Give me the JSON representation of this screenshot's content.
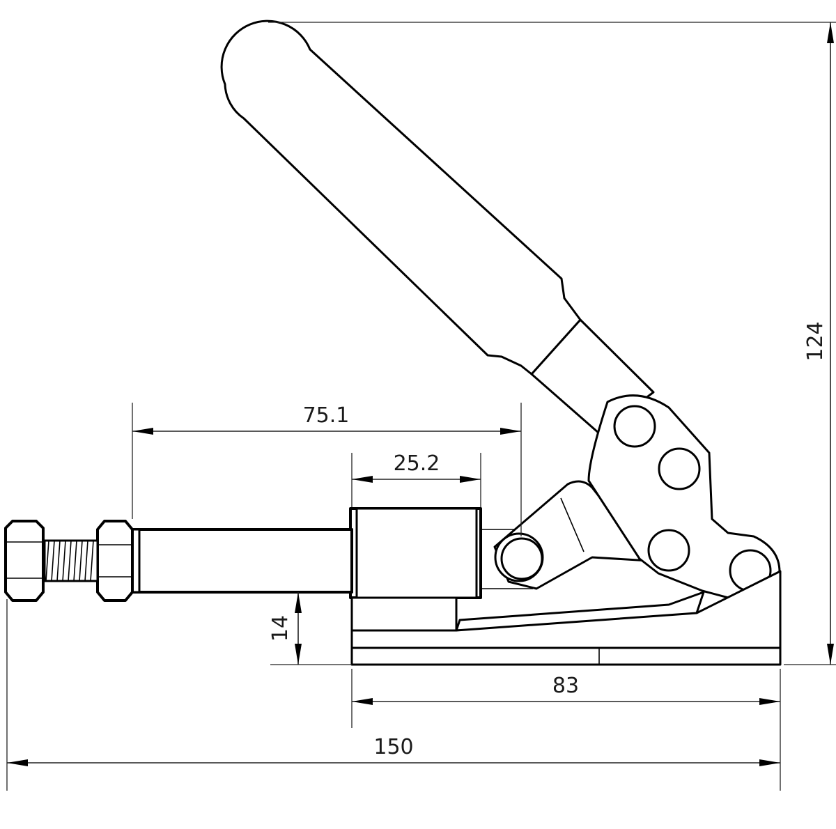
{
  "dimensions": {
    "overall_length": "150",
    "base_length": "83",
    "plunger_stroke_reach": "75.1",
    "plunger_travel": "25.2",
    "plunger_height": "14",
    "overall_height": "124"
  },
  "colors": {
    "line": "#000000",
    "background": "#ffffff"
  }
}
